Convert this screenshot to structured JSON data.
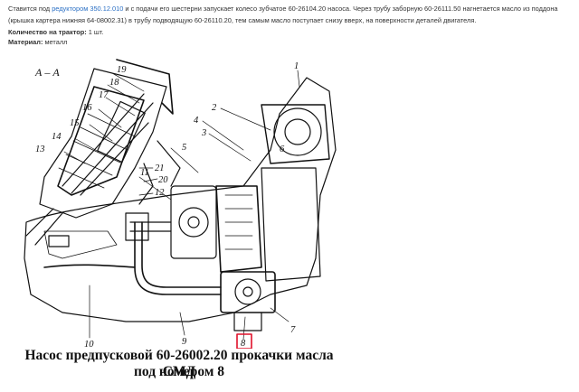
{
  "intro": {
    "t1": "Ставится под ",
    "link": "редуктором 350.12.010",
    "t2": " и с подачи его шестерни запускает колесо зубчатое 60-26104.20 насоса. Через трубу заборную 60-26111.50 нагнетается масло из поддона (крышка картера нижняя 64-08002.31) в трубу подводящую 60-26110.20, тем самым масло поступает снизу вверх, на поверхности деталей двигателя."
  },
  "meta": {
    "qty_label": "Количество на трактор:",
    "qty_value": " 1 шт.",
    "material_label": "Материал:",
    "material_value": " металл"
  },
  "figure": {
    "section_label": "А – А",
    "labels": {
      "n1": "1",
      "n2": "2",
      "n3": "3",
      "n4": "4",
      "n5": "5",
      "n6": "6",
      "n7": "7",
      "n8": "8",
      "n9": "9",
      "n10": "10",
      "n11": "11",
      "n12": "12",
      "n13": "13",
      "n14": "14",
      "n15": "15",
      "n16": "16",
      "n17": "17",
      "n18": "18",
      "n19": "19",
      "n20": "20",
      "n21": "21"
    },
    "highlight_color": "#e0102a",
    "caption_line1": "Насос предпусковой 60-26002.20 прокачки масла СМД",
    "caption_line2": "под номером 8"
  }
}
